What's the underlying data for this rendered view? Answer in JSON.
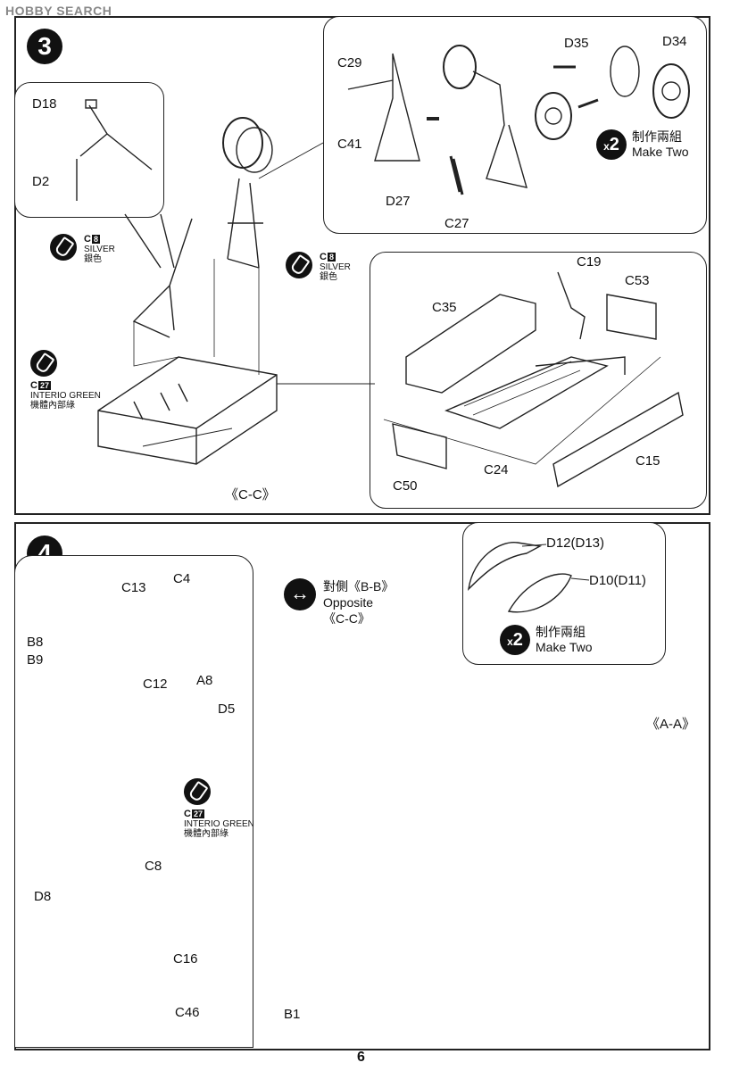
{
  "watermark": "HOBBY SEARCH",
  "page_number": "6",
  "step3": {
    "number": "3",
    "inset_parts": {
      "d18": "D18",
      "d2": "D2"
    },
    "wheel_parts": {
      "c29": "C29",
      "c41": "C41",
      "d27": "D27",
      "c27": "C27",
      "d35": "D35",
      "d34": "D34"
    },
    "make_two": {
      "count": "2",
      "chinese": "制作兩組",
      "english": "Make Two"
    },
    "paints": [
      {
        "code": "C",
        "num": "8",
        "name": "SILVER",
        "chinese": "銀色"
      },
      {
        "code": "C",
        "num": "8",
        "name": "SILVER",
        "chinese": "銀色"
      },
      {
        "code": "C",
        "num": "27",
        "name": "INTERIO GREEN",
        "chinese": "機體內部綠"
      }
    ],
    "bay_parts": {
      "c19": "C19",
      "c35": "C35",
      "c53": "C53",
      "c24": "C24",
      "c15": "C15",
      "c50": "C50"
    },
    "section_label": "《C-C》"
  },
  "step4": {
    "number": "4",
    "gear_parts": {
      "c13": "C13",
      "c4": "C4",
      "b8": "B8",
      "b9": "B9",
      "c12": "C12",
      "a8": "A8",
      "d5": "D5"
    },
    "paint": {
      "code": "C",
      "num": "27",
      "name": "INTERIO GREEN",
      "chinese": "機體內部綠"
    },
    "bay_parts": {
      "c8": "C8",
      "d8": "D8",
      "c16": "C16",
      "c46": "C46"
    },
    "opposite": {
      "chinese": "對側《B-B》",
      "english": "Opposite",
      "section": "《C-C》"
    },
    "canopy_parts": {
      "d12": "D12(D13)",
      "d10": "D10(D11)"
    },
    "make_two": {
      "count": "2",
      "chinese": "制作兩組",
      "english": "Make Two"
    },
    "section_a": "《A-A》",
    "hull": "B1"
  }
}
